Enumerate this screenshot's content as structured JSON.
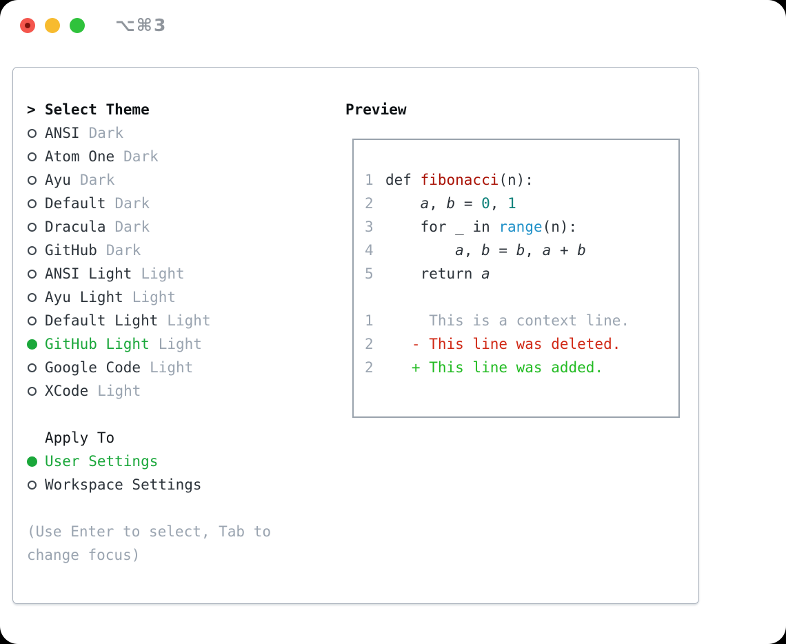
{
  "window": {
    "shortcut_title": "⌥⌘3"
  },
  "colors": {
    "selected_green": "#1aa73a",
    "added_green": "#22bb22",
    "deleted_red": "#d02815",
    "function_red": "#aa1408",
    "number_teal": "#0d8079",
    "builtin_blue": "#1e90c8",
    "muted_gray": "#9aa4b0",
    "text_dark": "#2c333a",
    "header_dark": "#0e1215",
    "traffic_red": "#f4564d",
    "traffic_yellow": "#f7bb2f",
    "traffic_green": "#2fc23c",
    "panel_border": "#a7afba"
  },
  "theme_picker": {
    "prompt": ">",
    "title": "Select Theme",
    "items": [
      {
        "name": "ANSI",
        "tag": "Dark",
        "selected": false
      },
      {
        "name": "Atom One",
        "tag": "Dark",
        "selected": false
      },
      {
        "name": "Ayu",
        "tag": "Dark",
        "selected": false
      },
      {
        "name": "Default",
        "tag": "Dark",
        "selected": false
      },
      {
        "name": "Dracula",
        "tag": "Dark",
        "selected": false
      },
      {
        "name": "GitHub",
        "tag": "Dark",
        "selected": false
      },
      {
        "name": "ANSI Light",
        "tag": "Light",
        "selected": false
      },
      {
        "name": "Ayu Light",
        "tag": "Light",
        "selected": false
      },
      {
        "name": "Default Light",
        "tag": "Light",
        "selected": false
      },
      {
        "name": "GitHub Light",
        "tag": "Light",
        "selected": true
      },
      {
        "name": "Google Code",
        "tag": "Light",
        "selected": false
      },
      {
        "name": "XCode",
        "tag": "Light",
        "selected": false
      }
    ]
  },
  "apply_to": {
    "title": "Apply To",
    "items": [
      {
        "name": "User Settings",
        "selected": true
      },
      {
        "name": "Workspace Settings",
        "selected": false
      }
    ]
  },
  "hint": {
    "lines": [
      "(Use Enter to select, Tab to",
      "change focus)"
    ]
  },
  "preview": {
    "title": "Preview",
    "code_lines": [
      {
        "num": "1",
        "tokens": [
          {
            "t": "def ",
            "s": "plain"
          },
          {
            "t": "fibonacci",
            "s": "func"
          },
          {
            "t": "(n):",
            "s": "plain"
          }
        ]
      },
      {
        "num": "2",
        "tokens": [
          {
            "t": "    ",
            "s": "plain"
          },
          {
            "t": "a",
            "s": "var"
          },
          {
            "t": ", ",
            "s": "plain"
          },
          {
            "t": "b",
            "s": "var"
          },
          {
            "t": " = ",
            "s": "plain"
          },
          {
            "t": "0",
            "s": "num"
          },
          {
            "t": ", ",
            "s": "plain"
          },
          {
            "t": "1",
            "s": "num"
          }
        ]
      },
      {
        "num": "3",
        "tokens": [
          {
            "t": "    for ",
            "s": "plain"
          },
          {
            "t": "_",
            "s": "var"
          },
          {
            "t": " in ",
            "s": "plain"
          },
          {
            "t": "range",
            "s": "builtin"
          },
          {
            "t": "(n):",
            "s": "plain"
          }
        ]
      },
      {
        "num": "4",
        "tokens": [
          {
            "t": "        ",
            "s": "plain"
          },
          {
            "t": "a",
            "s": "var"
          },
          {
            "t": ", ",
            "s": "plain"
          },
          {
            "t": "b",
            "s": "var"
          },
          {
            "t": " = ",
            "s": "plain"
          },
          {
            "t": "b",
            "s": "var"
          },
          {
            "t": ", ",
            "s": "plain"
          },
          {
            "t": "a",
            "s": "var"
          },
          {
            "t": " + ",
            "s": "plain"
          },
          {
            "t": "b",
            "s": "var"
          }
        ]
      },
      {
        "num": "5",
        "tokens": [
          {
            "t": "    return ",
            "s": "plain"
          },
          {
            "t": "a",
            "s": "var"
          }
        ]
      },
      {
        "num": "",
        "tokens": []
      },
      {
        "num": "1",
        "tokens": [
          {
            "t": "     This is a context line.",
            "s": "context"
          }
        ]
      },
      {
        "num": "2",
        "tokens": [
          {
            "t": "   - This line was deleted.",
            "s": "deleted"
          }
        ]
      },
      {
        "num": "2",
        "tokens": [
          {
            "t": "   + This line was added.",
            "s": "added"
          }
        ]
      }
    ]
  }
}
